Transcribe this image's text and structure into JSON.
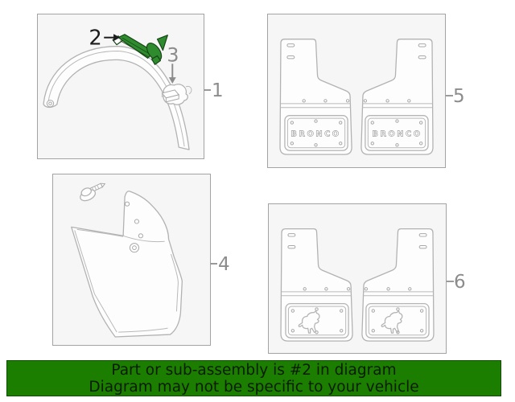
{
  "callouts": {
    "c1": "1",
    "c2": "2",
    "c3": "3",
    "c4": "4",
    "c5": "5",
    "c6": "6"
  },
  "plate": {
    "brand_text": "BRONCO"
  },
  "banner": {
    "line1": "Part or sub-assembly is #2 in diagram",
    "line2": "Diagram may not be specific to your vehicle"
  },
  "colors": {
    "highlight_green": "#2e8b2e",
    "highlight_outline": "#174517",
    "banner_bg": "#1b7e00",
    "banner_text": "#0b1d00",
    "line_art_gray": "#b5b5b5",
    "callout_gray": "#8c8c8c",
    "box_bg": "#f6f6f6",
    "box_border": "#a3a3a3"
  }
}
